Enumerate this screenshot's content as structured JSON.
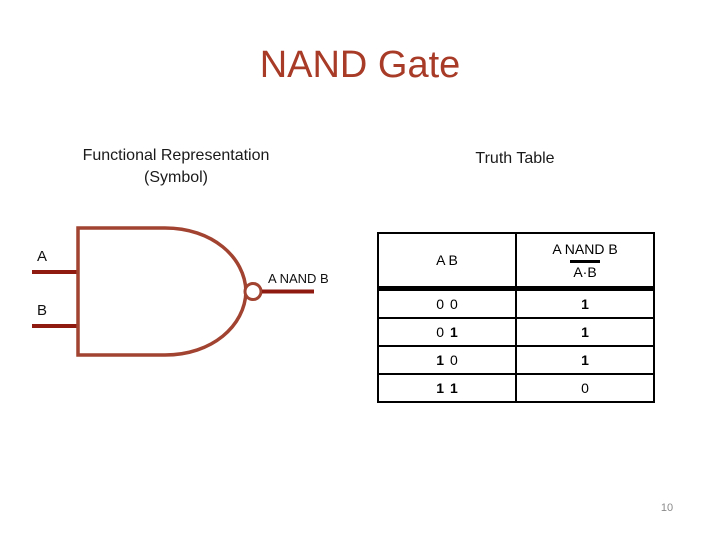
{
  "slide": {
    "title": "NAND Gate",
    "page_number": "10"
  },
  "sections": {
    "left_heading_line1": "Functional Representation",
    "left_heading_line2": "(Symbol)",
    "right_heading": "Truth Table"
  },
  "gate": {
    "input_a_label": "A",
    "input_b_label": "B",
    "output_label": "A NAND B",
    "outline_color": "#A14330",
    "wire_color": "#8F1B10",
    "bubble_fill": "#FFFFFF"
  },
  "truth_table": {
    "col1_header": "A B",
    "col2_header_line1": "A NAND B",
    "col2_header_line2": "A·B",
    "rows": [
      {
        "a": "0",
        "b": "0",
        "out": "1"
      },
      {
        "a": "0",
        "b": "1",
        "out": "1"
      },
      {
        "a": "1",
        "b": "0",
        "out": "1"
      },
      {
        "a": "1",
        "b": "1",
        "out": "0"
      }
    ]
  }
}
